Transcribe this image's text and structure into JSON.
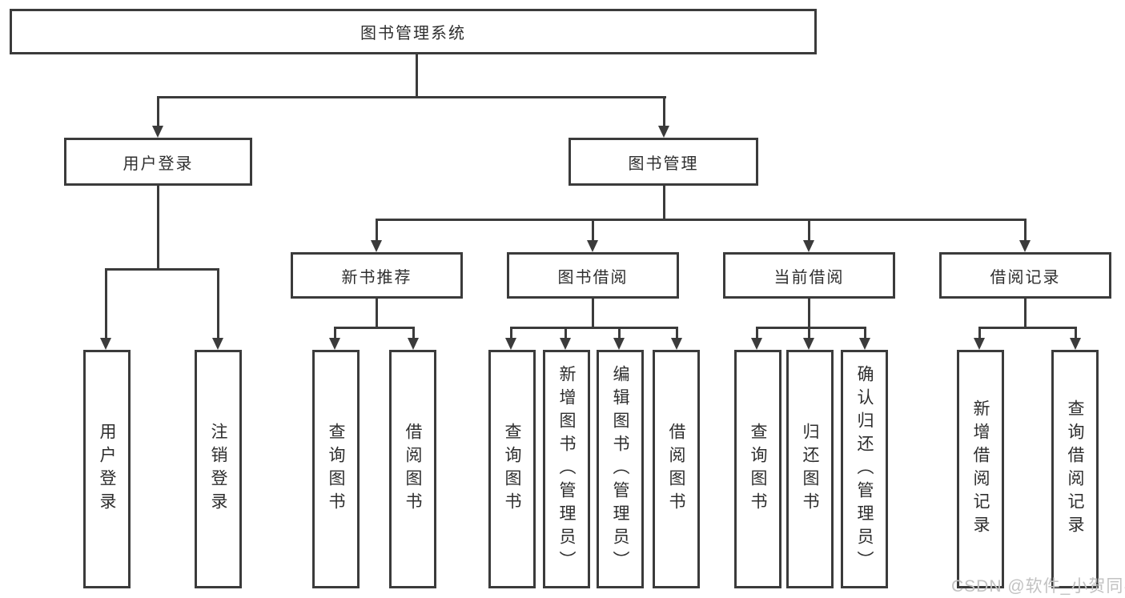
{
  "diagram": {
    "watermark": "CSDN @软件_小贺同学",
    "colors": {
      "line": "#3b3b3b",
      "text": "#2e2e2e",
      "watermark": "#c2c2c2",
      "background": "#ffffff"
    },
    "tree": {
      "root": {
        "label": "图书管理系统"
      },
      "branches": [
        {
          "label": "用户登录",
          "children": [
            {
              "label": "用户登录"
            },
            {
              "label": "注销登录"
            }
          ]
        },
        {
          "label": "图书管理",
          "children": [
            {
              "label": "新书推荐",
              "children": [
                {
                  "label": "查询图书"
                },
                {
                  "label": "借阅图书"
                }
              ]
            },
            {
              "label": "图书借阅",
              "children": [
                {
                  "label": "查询图书"
                },
                {
                  "label": "新增图书（管理员）"
                },
                {
                  "label": "编辑图书（管理员）"
                },
                {
                  "label": "借阅图书"
                }
              ]
            },
            {
              "label": "当前借阅",
              "children": [
                {
                  "label": "查询图书"
                },
                {
                  "label": "归还图书"
                },
                {
                  "label": "确认归还（管理员）"
                }
              ]
            },
            {
              "label": "借阅记录",
              "children": [
                {
                  "label": "新增借阅记录"
                },
                {
                  "label": "查询借阅记录"
                }
              ]
            }
          ]
        }
      ]
    }
  }
}
